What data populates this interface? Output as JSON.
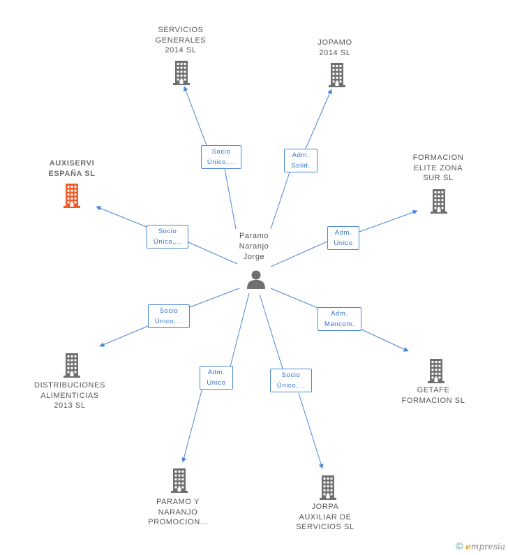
{
  "center": {
    "label": "Paramo\nNaranjo\nJorge",
    "icon": "person-icon"
  },
  "companies": [
    {
      "id": "servicios",
      "label": "SERVICIOS\nGENERALES\n2014  SL",
      "icon": "building-icon",
      "color": "#6f6f6f"
    },
    {
      "id": "jopamo",
      "label": "JOPAMO\n2014  SL",
      "icon": "building-icon",
      "color": "#6f6f6f"
    },
    {
      "id": "auxiservi",
      "label": "AUXISERVI\nESPAÑA  SL",
      "icon": "building-icon",
      "color": "#f15a29",
      "highlight": true
    },
    {
      "id": "formacion",
      "label": "FORMACION\nELITE ZONA\nSUR  SL",
      "icon": "building-icon",
      "color": "#6f6f6f"
    },
    {
      "id": "distribuciones",
      "label": "DISTRIBUCIONES\nALIMENTICIAS\n2013 SL",
      "icon": "building-icon",
      "color": "#6f6f6f"
    },
    {
      "id": "getafe",
      "label": "GETAFE\nFORMACION SL",
      "icon": "building-icon",
      "color": "#6f6f6f"
    },
    {
      "id": "paramo",
      "label": "PARAMO  Y\nNARANJO\nPROMOCION...",
      "icon": "building-icon",
      "color": "#6f6f6f"
    },
    {
      "id": "jorpa",
      "label": "JORPA\nAUXILIAR DE\nSERVICIOS  SL",
      "icon": "building-icon",
      "color": "#6f6f6f"
    }
  ],
  "relations": [
    {
      "target": "servicios",
      "label": "Socio\nÚnico,..."
    },
    {
      "target": "jopamo",
      "label": "Adm.\nSolid."
    },
    {
      "target": "auxiservi",
      "label": "Socio\nÚnico,..."
    },
    {
      "target": "formacion",
      "label": "Adm.\nUnico"
    },
    {
      "target": "distribuciones",
      "label": "Socio\nÚnico,..."
    },
    {
      "target": "getafe",
      "label": "Adm.\nMancom."
    },
    {
      "target": "paramo",
      "label": "Adm.\nUnico"
    },
    {
      "target": "jorpa",
      "label": "Socio\nÚnico,..."
    }
  ],
  "colors": {
    "edge": "#4a86d8",
    "building": "#6f6f6f",
    "highlight": "#f15a29"
  },
  "brand": {
    "copyright": "©",
    "text_e": "e",
    "text_rest": "mpresia"
  }
}
